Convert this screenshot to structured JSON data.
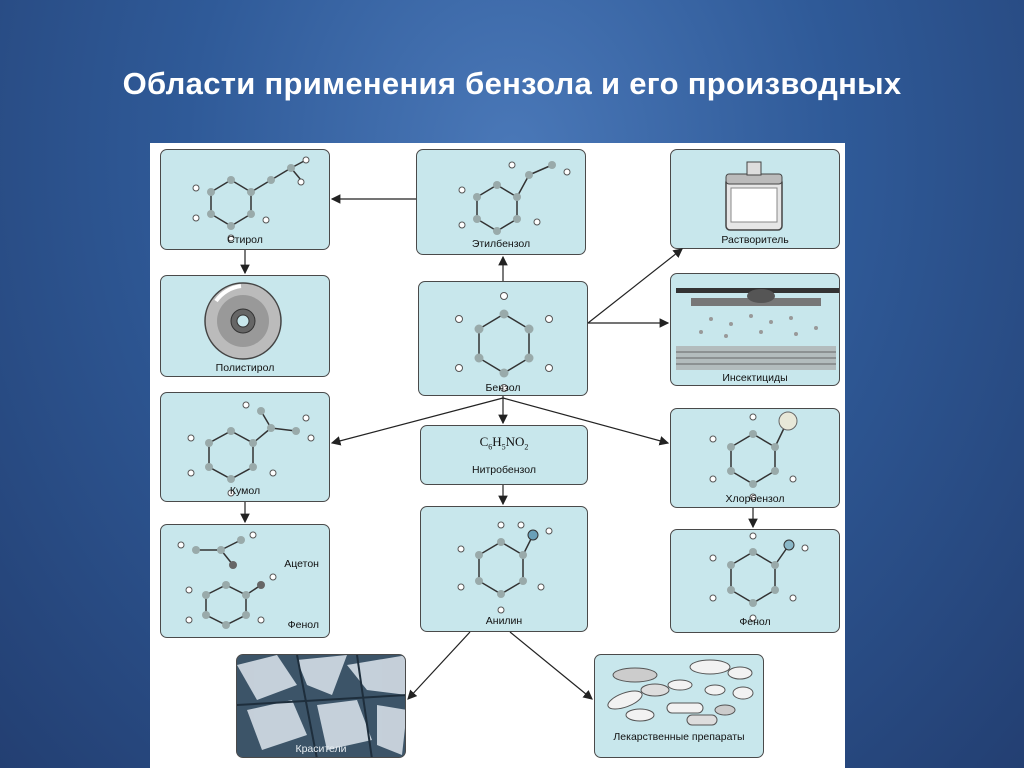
{
  "slide": {
    "title": "Области применения бензола и его производных"
  },
  "nodes": {
    "styrene": "Стирол",
    "ethylbenzene": "Этилбензол",
    "solvent": "Растворитель",
    "polystyrene": "Полистирол",
    "benzene": "Бензол",
    "insecticides": "Инсектициды",
    "cumene": "Кумол",
    "nitrobenzene_formula": "C6H5NO2",
    "nitrobenzene": "Нитробензол",
    "chlorobenzene": "Хлорбензол",
    "acetone": "Ацетон",
    "phenol_left": "Фенол",
    "aniline": "Анилин",
    "phenol_right": "Фенол",
    "dyes": "Красители",
    "drugs": "Лекарственные препараты"
  }
}
